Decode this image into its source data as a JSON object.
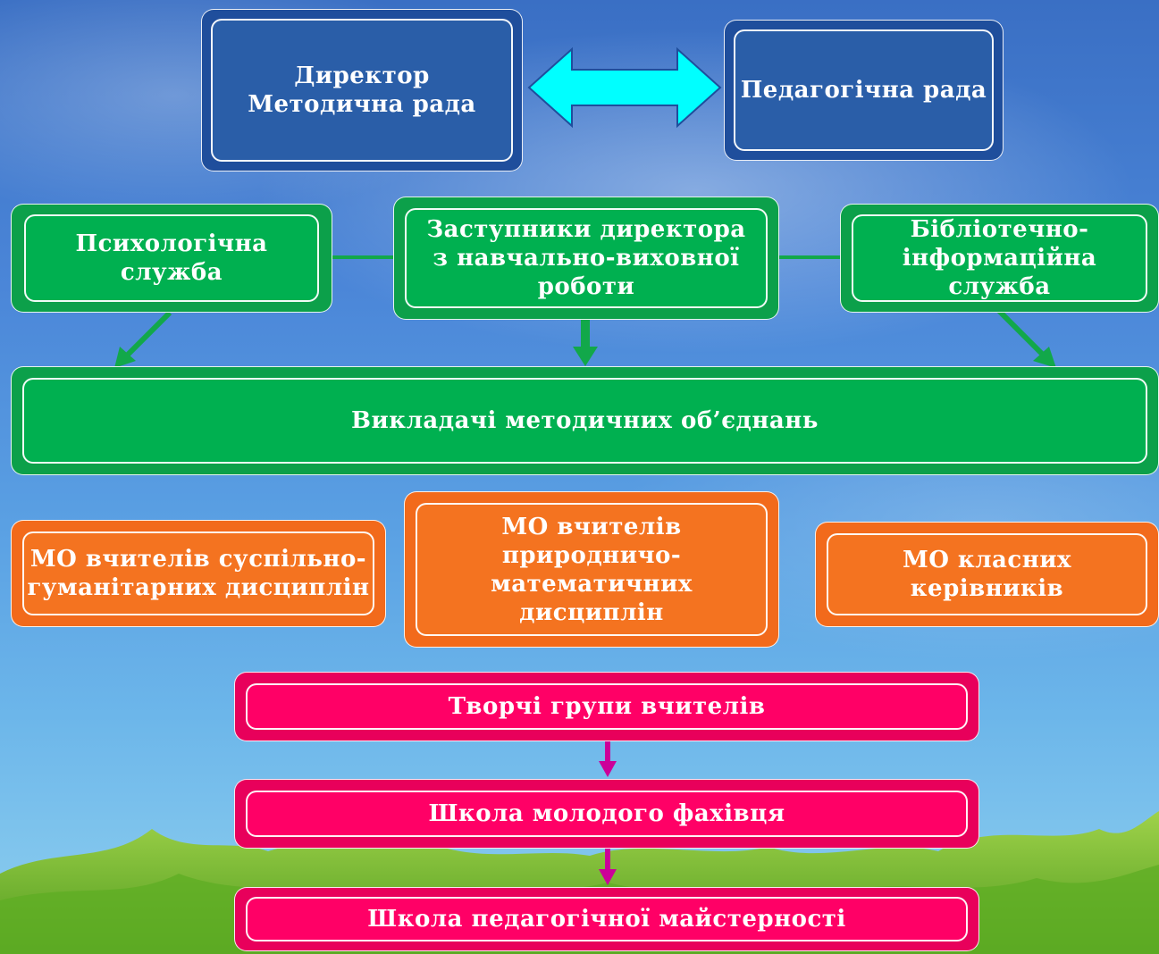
{
  "diagram": {
    "director_box": {
      "line1": "Директор",
      "line2": "Методична рада"
    },
    "pedagogical_council": "Педагогічна рада",
    "psychological_service": "Психологічна\nслужба",
    "deputies": "Заступники директора\nз навчально-виховної\nроботи",
    "library_service": "Бібліотечно-\nінформаційна\nслужба",
    "teachers_mo": "Викладачі методичних об’єднань",
    "mo_humanities": "МО вчителів суспільно-\nгуманітарних дисциплін",
    "mo_science": "МО вчителів\nприродничо-\nматематичних\nдисциплін",
    "mo_class_teachers": "МО класних\nкерівників",
    "creative_groups": "Творчі групи вчителів",
    "young_specialist_school": "Школа молодого фахівця",
    "pedagogical_mastery_school": "Школа педагогічної майстерності"
  },
  "colors": {
    "blue": "#2a5ea8",
    "green": "#00b050",
    "orange": "#f47320",
    "pink": "#ff0066",
    "cyan_arrow": "#00ffff",
    "green_arrow": "#12a84a",
    "pink_arrow": "#cc0099"
  }
}
